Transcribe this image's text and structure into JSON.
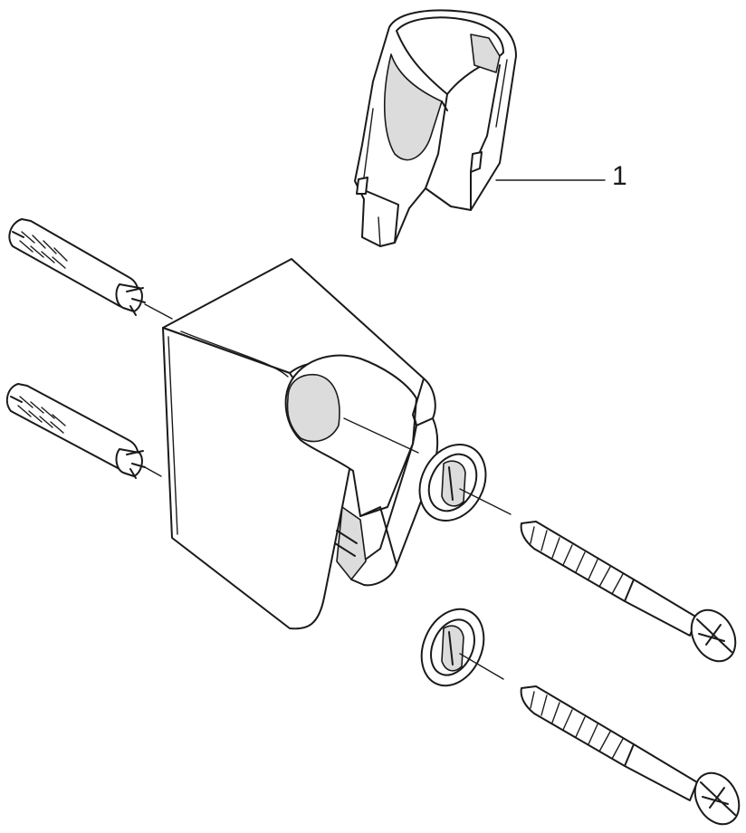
{
  "callouts": [
    {
      "id": "1",
      "label": "1",
      "part": "clip-insert"
    }
  ],
  "parts": {
    "wall-plugs": 2,
    "washers": 2,
    "screws": 2,
    "bracket": 1,
    "clip-insert": 1
  },
  "colors": {
    "line": "#1a1a1a",
    "shade": "#dcdcdc",
    "background": "#ffffff"
  }
}
